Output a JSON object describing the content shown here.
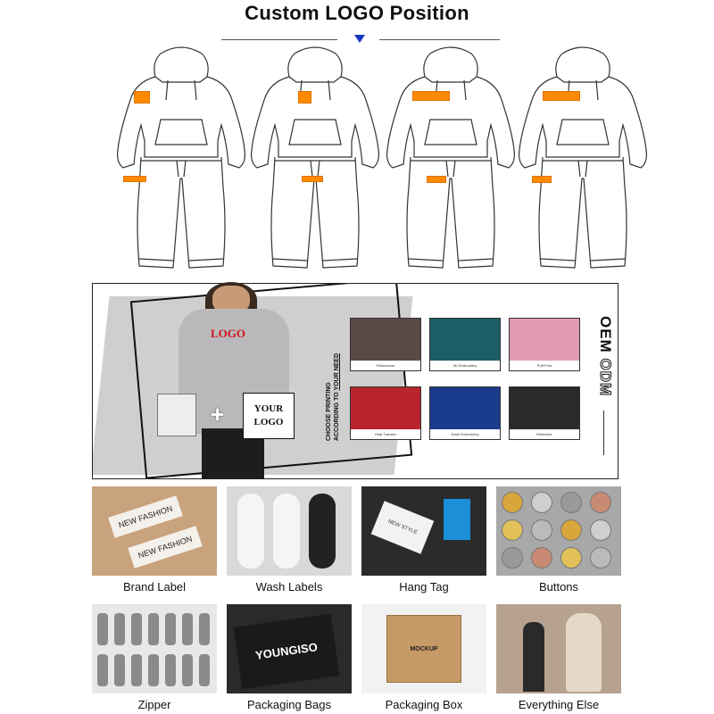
{
  "header": {
    "title": "Custom LOGO Position"
  },
  "banner": {
    "logo_text": "LOGO",
    "your_logo_line1": "YOUR",
    "your_logo_line2": "LOGO",
    "choose_line1": "CHOOSE PRINTING",
    "choose_line2": "ACCORDING TO ",
    "choose_emph": "YOUR NEED",
    "oem": "OEM",
    "odm": "ODM",
    "techniques": [
      {
        "caption": "Rhinestone",
        "color": "#5a4a44"
      },
      {
        "caption": "3D Embroidery",
        "color": "#1c5e66"
      },
      {
        "caption": "Puff Print",
        "color": "#e39ab0"
      },
      {
        "caption": "Heat Transfer",
        "color": "#b8232c"
      },
      {
        "caption": "Towel Embroidery",
        "color": "#1b3c8c"
      },
      {
        "caption": "Reflective",
        "color": "#2a2a2a"
      }
    ]
  },
  "accessories": [
    {
      "label": "Brand Label",
      "color": "#c9a37e"
    },
    {
      "label": "Wash Labels",
      "color": "#d9d9d9"
    },
    {
      "label": "Hang Tag",
      "color": "#2b2b2b"
    },
    {
      "label": "Buttons",
      "color": "#a8a8a8"
    },
    {
      "label": "Zipper",
      "color": "#e8e8e8"
    },
    {
      "label": "Packaging Bags",
      "color": "#2a2a2a"
    },
    {
      "label": "Packaging Box",
      "color": "#c69a66"
    },
    {
      "label": "Everything Else",
      "color": "#b7a290"
    }
  ],
  "box_text": {
    "line1": "MOCKUP"
  },
  "bag_text": "YOUNGISO",
  "tag_texts": {
    "brand_label": "NEW FASHION",
    "hang_tag": "NEW STYLE"
  },
  "colors": {
    "accent_patch": "#ff8a00",
    "title_triangle": "#1537c2"
  }
}
